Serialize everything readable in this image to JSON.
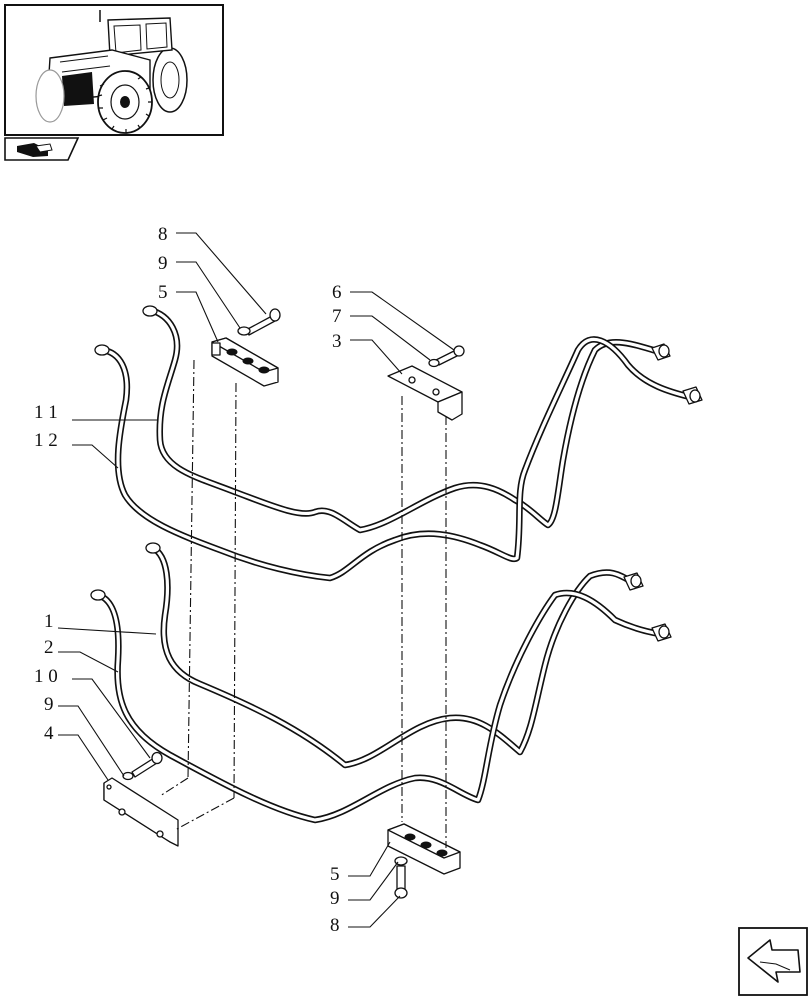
{
  "callouts": {
    "c8_top": "8",
    "c9_top": "9",
    "c5_top": "5",
    "c6": "6",
    "c7": "7",
    "c3": "3",
    "c11": "1 1",
    "c12": "1 2",
    "c1": "1",
    "c2": "2",
    "c10": "1 0",
    "c9_left": "9",
    "c4": "4",
    "c5_bottom": "5",
    "c9_bottom": "9",
    "c8_bottom": "8"
  },
  "icons": {
    "thumbnail": "tractor-thumbnail-icon",
    "section": "section-folder-icon",
    "navigation": "next-page-arrow-icon"
  },
  "colors": {
    "ink": "#111111",
    "paper": "#ffffff"
  }
}
